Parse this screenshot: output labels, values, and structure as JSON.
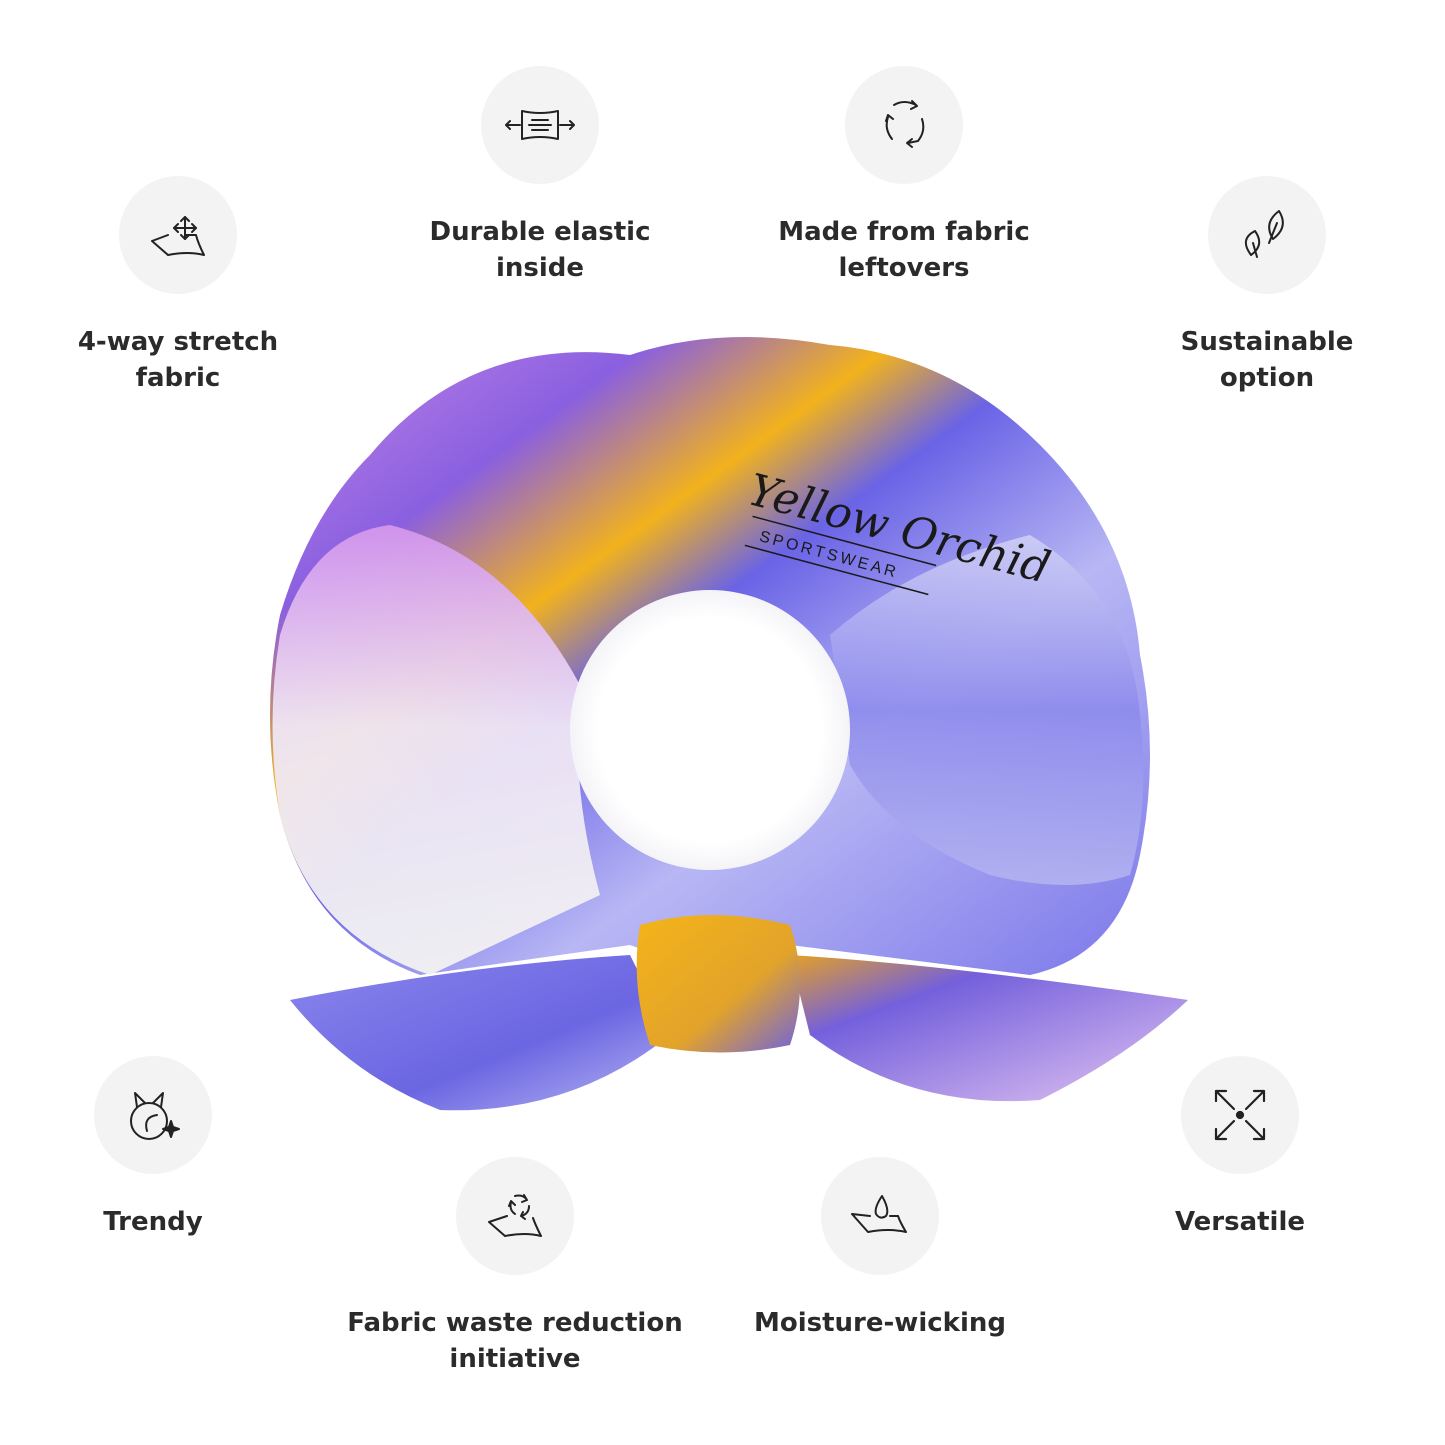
{
  "features": {
    "stretch": {
      "label": "4-way stretch\nfabric",
      "icon": "stretch-fabric-icon"
    },
    "elastic": {
      "label": "Durable elastic\ninside",
      "icon": "elastic-band-icon"
    },
    "leftovers": {
      "label": "Made from fabric\nleftovers",
      "icon": "recycle-icon"
    },
    "sustainable": {
      "label": "Sustainable\noption",
      "icon": "leaves-icon"
    },
    "trendy": {
      "label": "Trendy",
      "icon": "trendy-icon"
    },
    "waste": {
      "label": "Fabric waste reduction\ninitiative",
      "icon": "fabric-recycle-icon"
    },
    "moisture": {
      "label": "Moisture-wicking",
      "icon": "water-drop-icon"
    },
    "versatile": {
      "label": "Versatile",
      "icon": "expand-arrows-icon"
    }
  },
  "brand": {
    "name": "Yellow Orchid",
    "sub": "SPORTSWEAR"
  },
  "colors": {
    "yellow": "#f2b21c",
    "purple": "#6a63e6",
    "lavender": "#c5c3f5",
    "pink": "#d79ae6"
  }
}
